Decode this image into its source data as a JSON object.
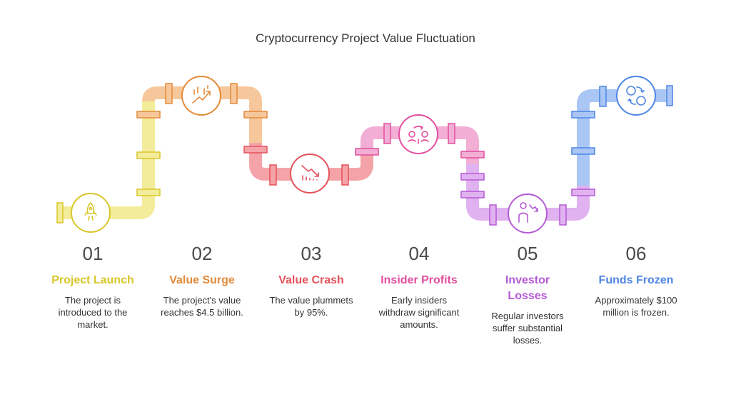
{
  "title": "Cryptocurrency Project Value Fluctuation",
  "steps": [
    {
      "num": "01",
      "label": "Project Launch",
      "desc": "The project is introduced to the market.",
      "color": "#d9c62a",
      "icon": "rocket-icon"
    },
    {
      "num": "02",
      "label": "Value Surge",
      "desc": "The project's value reaches $4.5 billion.",
      "color": "#e48a3a",
      "icon": "growth-chart-icon"
    },
    {
      "num": "03",
      "label": "Value Crash",
      "desc": "The value plummets by 95%.",
      "color": "#e5525b",
      "icon": "decline-chart-icon"
    },
    {
      "num": "04",
      "label": "Insider Profits",
      "desc": "Early insiders withdraw significant amounts.",
      "color": "#e24f9e",
      "icon": "exchange-people-icon"
    },
    {
      "num": "05",
      "label": "Investor Losses",
      "desc": "Regular investors suffer substantial losses.",
      "color": "#b65ad6",
      "icon": "investor-loss-icon"
    },
    {
      "num": "06",
      "label": "Funds Frozen",
      "desc": "Approximately $100 million is frozen.",
      "color": "#4f86e6",
      "icon": "currency-exchange-icon"
    }
  ]
}
